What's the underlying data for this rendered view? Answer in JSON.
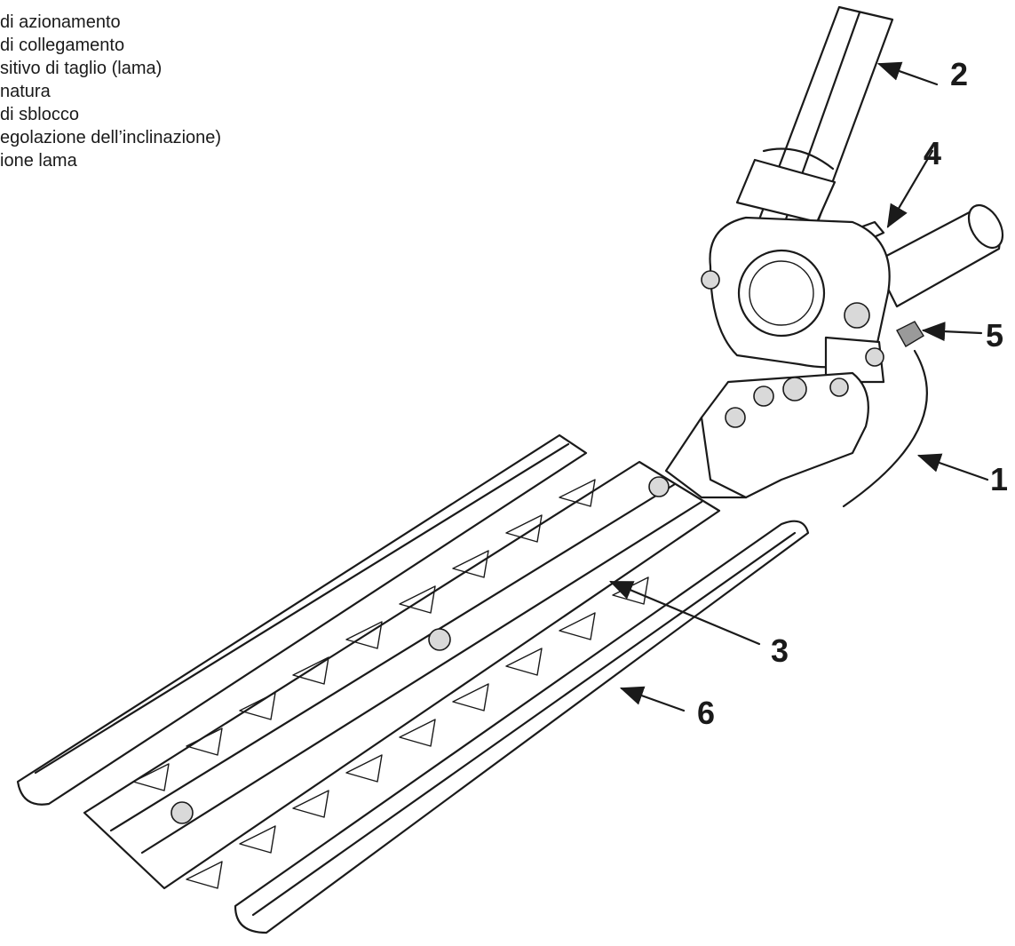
{
  "legend": [
    "di azionamento",
    "di collegamento",
    "sitivo di taglio (lama)",
    "natura",
    "di sblocco",
    "egolazione dell’inclinazione)",
    "ione lama"
  ],
  "callouts": {
    "c1": "1",
    "c2": "2",
    "c3": "3",
    "c4": "4",
    "c5": "5",
    "c6": "6"
  },
  "colors": {
    "ink": "#1a1a1a",
    "paper": "#ffffff",
    "shade": "#d9d9d9"
  }
}
